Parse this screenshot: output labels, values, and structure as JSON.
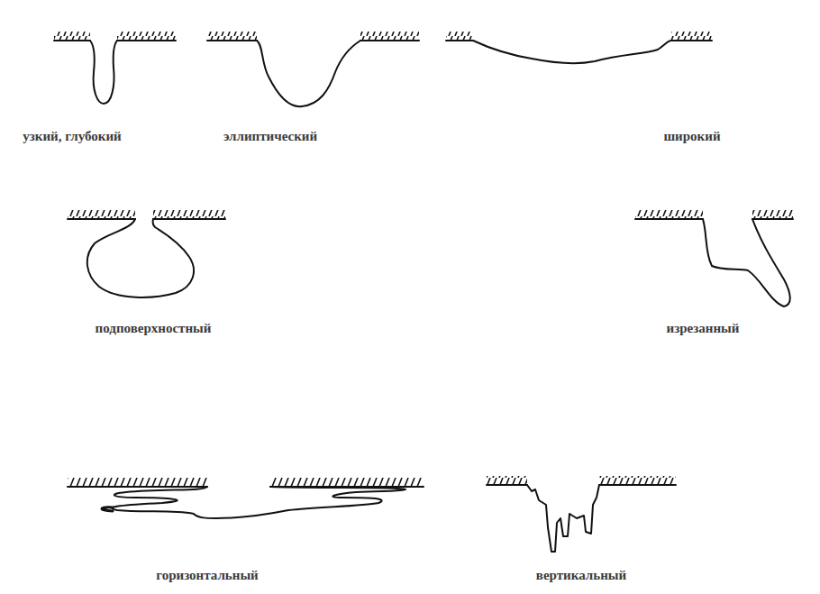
{
  "diagram": {
    "labels": [
      "узкий, глубокий",
      "эллиптический",
      "широкий",
      "подповерхностный",
      "изрезанный",
      "горизонтальный",
      "вертикальный"
    ]
  }
}
